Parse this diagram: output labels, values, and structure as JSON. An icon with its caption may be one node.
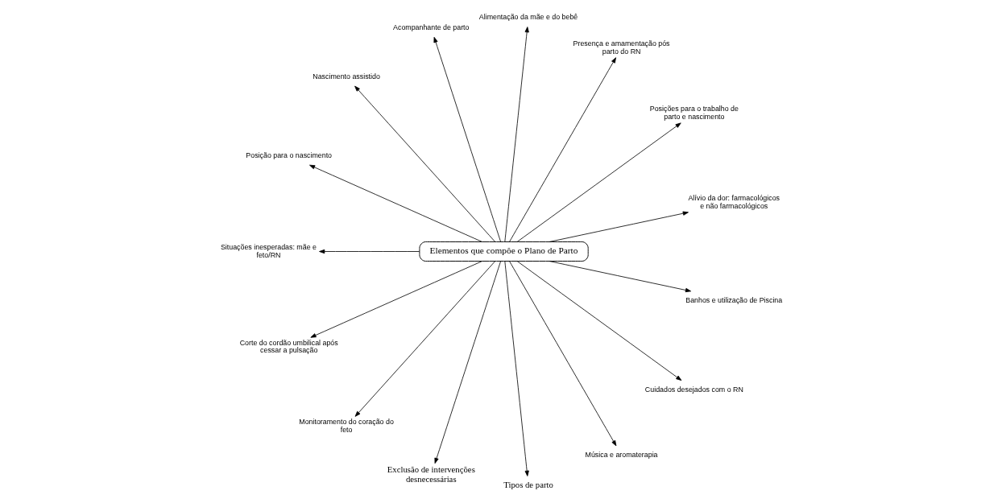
{
  "diagram": {
    "nodes": [
      {
        "text": [
          "Elementos que compôe o Plano de Parto"
        ]
      },
      {
        "text": [
          "Alívio da dor: farmacológicos e não farmacológicos"
        ]
      },
      {
        "text": [
          "Posições para o trabalho de parto e nascimento"
        ]
      },
      {
        "text": [
          "Presença e amamentação pós parto do RN"
        ]
      },
      {
        "text": [
          "Alimentação da mãe e do bebê"
        ]
      },
      {
        "text": [
          "Acompanhante de parto"
        ]
      },
      {
        "text": [
          "Nascimento assistido"
        ]
      },
      {
        "text": [
          "Posição para o nascimento"
        ]
      },
      {
        "text": [
          "Situações inesperadas: mãe e feto/RN"
        ]
      },
      {
        "text": [
          "Corte do cordão umbilical após cessar a pulsação"
        ]
      },
      {
        "text": [
          "Monitoramento do coração do feto"
        ]
      },
      {
        "text": [
          "Exclusão de intervenções desnecessárias"
        ]
      },
      {
        "text": [
          "Tipos de parto"
        ]
      },
      {
        "text": [
          "Música e aromaterapia"
        ]
      },
      {
        "text": [
          "Cuidados desejados com o RN"
        ]
      },
      {
        "text": [
          "Banhos e utilização de Piscina"
        ]
      }
    ],
    "edges": [
      {
        "from": 0,
        "to": 1,
        "arrow": "to"
      },
      {
        "from": 0,
        "to": 2,
        "arrow": "to"
      },
      {
        "from": 0,
        "to": 3,
        "arrow": "to"
      },
      {
        "from": 0,
        "to": 4,
        "arrow": "to"
      },
      {
        "from": 0,
        "to": 5,
        "arrow": "to"
      },
      {
        "from": 0,
        "to": 6,
        "arrow": "to"
      },
      {
        "from": 0,
        "to": 7,
        "arrow": "to"
      },
      {
        "from": 0,
        "to": 8,
        "arrow": "to"
      },
      {
        "from": 0,
        "to": 9,
        "arrow": "to"
      },
      {
        "from": 0,
        "to": 10,
        "arrow": "to"
      },
      {
        "from": 0,
        "to": 11,
        "arrow": "to"
      },
      {
        "from": 0,
        "to": 12,
        "arrow": "to"
      },
      {
        "from": 0,
        "to": 13,
        "arrow": "to"
      },
      {
        "from": 0,
        "to": 14,
        "arrow": "to"
      },
      {
        "from": 0,
        "to": 15,
        "arrow": "to"
      }
    ]
  }
}
